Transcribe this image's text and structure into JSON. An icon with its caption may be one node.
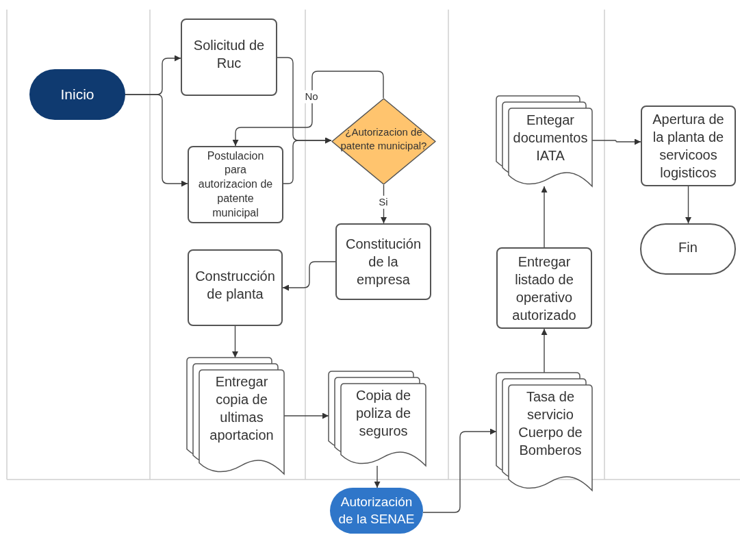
{
  "diagram": {
    "nodes": [
      {
        "text": [
          "Inicio"
        ]
      },
      {
        "text": [
          "Solicitud de Ruc"
        ]
      },
      {
        "text": [
          "Postulacion para autorizacion de patente municipal"
        ]
      },
      {
        "text": [
          "¿Autorizacion de patente municipal?"
        ]
      },
      {
        "text": [
          "Constitución de la empresa"
        ]
      },
      {
        "text": [
          "Construcción de planta"
        ]
      },
      {
        "text": [
          "Entregar copia de ultimas aportacion"
        ]
      },
      {
        "text": [
          "Copia de poliza de seguros"
        ]
      },
      {
        "text": [
          "Autorización de la SENAE"
        ]
      },
      {
        "text": [
          "Tasa de servicio Cuerpo de Bomberos"
        ]
      },
      {
        "text": [
          "Entregar listado de operativo autorizado"
        ]
      },
      {
        "text": [
          "Entegar documentos IATA"
        ]
      },
      {
        "text": [
          "Apertura de la planta de servicoos logisticos"
        ]
      },
      {
        "text": [
          "Fin"
        ]
      }
    ],
    "edges": [
      {
        "from": 0,
        "to": 1,
        "arrow": "to"
      },
      {
        "from": 0,
        "to": 2,
        "arrow": "to"
      },
      {
        "from": 1,
        "to": 3,
        "arrow": "to"
      },
      {
        "from": 2,
        "to": 3,
        "arrow": "to"
      },
      {
        "from": 3,
        "to": 2,
        "arrow": "to",
        "label": "No"
      },
      {
        "from": 3,
        "to": 4,
        "arrow": "to",
        "label": "Si"
      },
      {
        "from": 4,
        "to": 5,
        "arrow": "to"
      },
      {
        "from": 5,
        "to": 6,
        "arrow": "to"
      },
      {
        "from": 6,
        "to": 7,
        "arrow": "to"
      },
      {
        "from": 7,
        "to": 8,
        "arrow": "to"
      },
      {
        "from": 8,
        "to": 9,
        "arrow": "to"
      },
      {
        "from": 9,
        "to": 10,
        "arrow": "to"
      },
      {
        "from": 10,
        "to": 11,
        "arrow": "to"
      },
      {
        "from": 11,
        "to": 12,
        "arrow": "to"
      },
      {
        "from": 12,
        "to": 13,
        "arrow": "to"
      }
    ]
  }
}
